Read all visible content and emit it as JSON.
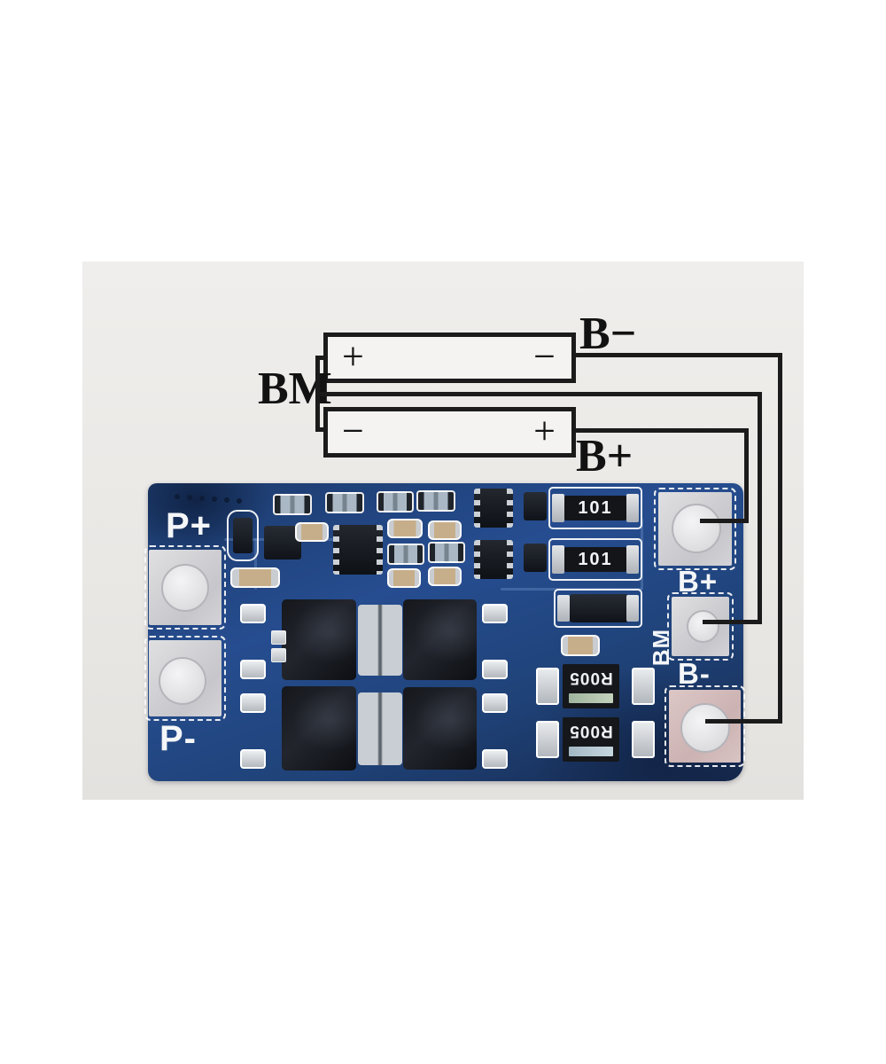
{
  "diagram": {
    "cells": {
      "top": {
        "left_terminal": "+",
        "right_terminal": "−"
      },
      "bottom": {
        "left_terminal": "−",
        "right_terminal": "+"
      }
    },
    "labels": {
      "b_minus": "B−",
      "bm": "BM",
      "b_plus": "B+"
    }
  },
  "board": {
    "silkscreen": {
      "p_plus": "P+",
      "p_minus": "P-",
      "b_plus": "B+",
      "bm": "BM",
      "b_minus": "B-"
    },
    "components": {
      "resistor_101": "101",
      "shunt_r005": "R005"
    },
    "colors": {
      "pcb_blue": "#1f4278",
      "pad_silver": "#d6d6d8",
      "pad_copper_pink": "#d6c2c0",
      "annotation_line": "#1b1b1b",
      "photo_background": "#eae8e5",
      "silkscreen_white": "#f4f6f8"
    }
  }
}
